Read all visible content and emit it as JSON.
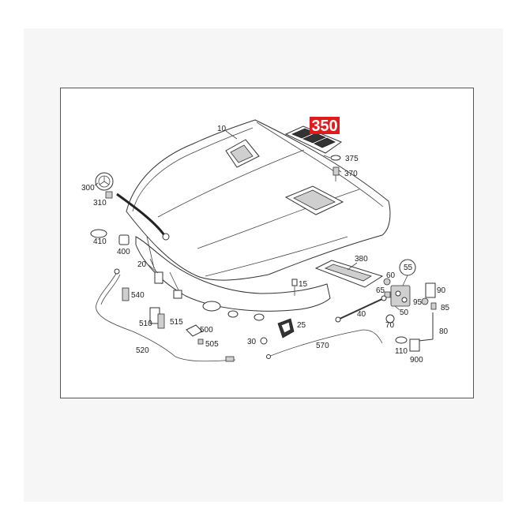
{
  "highlight": {
    "label": "350",
    "color": "#e01b1b",
    "text_color": "#ffffff"
  },
  "colors": {
    "panel_bg": "#f6f6f6",
    "frame_border": "#555555",
    "ink": "#222222"
  },
  "parts": {
    "p10": "10",
    "p300": "300",
    "p310": "310",
    "p410": "410",
    "p400": "400",
    "p20": "20",
    "p375": "375",
    "p370": "370",
    "p380": "380",
    "p55": "55",
    "p60": "60",
    "p65": "65",
    "p90": "90",
    "p95": "95",
    "p85": "85",
    "p15": "15",
    "p40": "40",
    "p50": "50",
    "p70": "70",
    "p80": "80",
    "p110": "110",
    "p900": "900",
    "p540": "540",
    "p510": "510",
    "p515": "515",
    "p500": "500",
    "p505": "505",
    "p520": "520",
    "p25": "25",
    "p30": "30",
    "p570": "570"
  }
}
